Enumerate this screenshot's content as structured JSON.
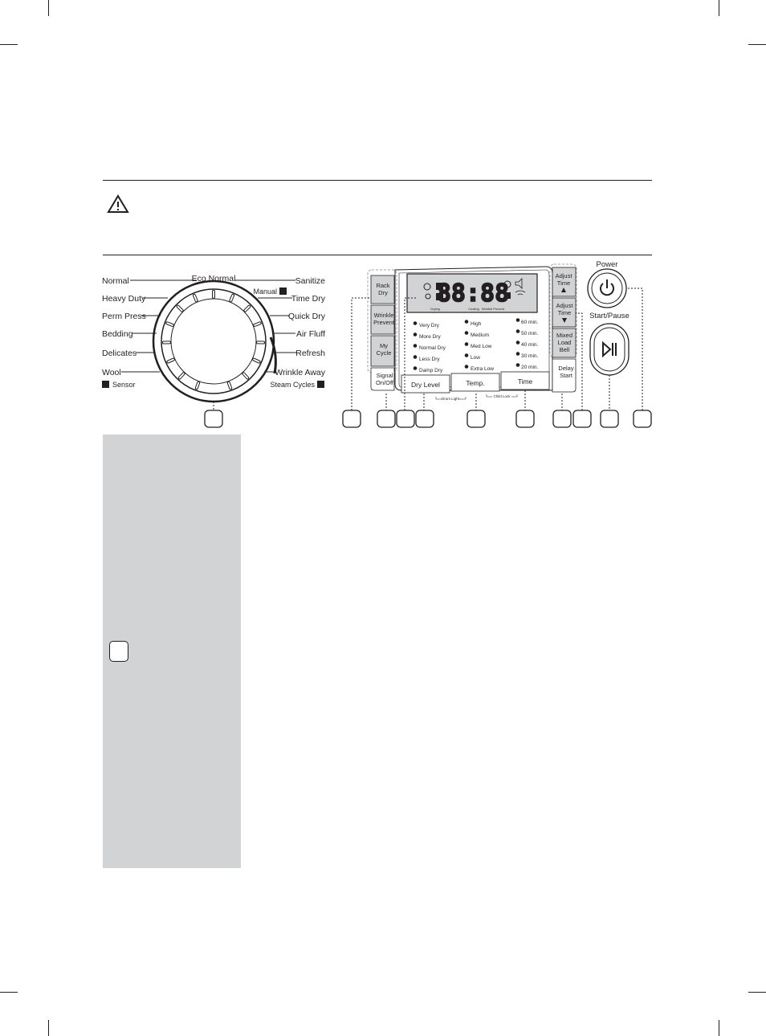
{
  "dial": {
    "left_labels": [
      "Normal",
      "Heavy Duty",
      "Perm Press",
      "Bedding",
      "Delicates",
      "Wool"
    ],
    "left_sub": "Sensor",
    "top_label": "Eco Normal",
    "right_labels": [
      "Sanitize",
      "Time Dry",
      "Quick Dry",
      "Air Fluff",
      "Refresh",
      "Wrinkle Away"
    ],
    "manual_label": "Manual",
    "steam_label": "Steam Cycles"
  },
  "panel": {
    "left_buttons": [
      "Rack",
      "Dry",
      "Wrinkle",
      "Prevent",
      "My",
      "Cycle",
      "Signal",
      "On/Off"
    ],
    "display_digits": "88:88",
    "stage_labels": [
      "Drying",
      "Cooling",
      "Wrinkle Prevent"
    ],
    "dry_levels": [
      "Very Dry",
      "More Dry",
      "Normal Dry",
      "Less Dry",
      "Damp Dry"
    ],
    "temps": [
      "High",
      "Medium",
      "Med Low",
      "Low",
      "Extra Low"
    ],
    "times": [
      "60 min.",
      "50 min.",
      "40 min.",
      "30 min.",
      "20 min."
    ],
    "bottom_buttons": [
      "Dry Level",
      "Temp.",
      "Time"
    ],
    "drum_light": "Drum Light",
    "child_lock": "Child Lock",
    "right_buttons": [
      "Adjust",
      "Time",
      "Adjust",
      "Time",
      "Mixed",
      "Load",
      "Bell",
      "Delay",
      "Start"
    ],
    "power_label": "Power",
    "start_label": "Start/Pause"
  },
  "icons": [
    "warning-icon",
    "power-icon",
    "play-pause-icon",
    "signal-icon",
    "lock-icon"
  ]
}
